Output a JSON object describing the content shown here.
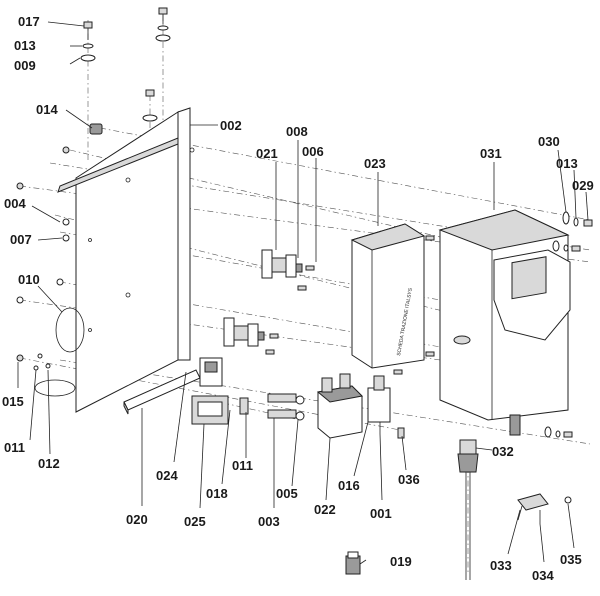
{
  "board_text": "SCHEDA TRAZIONE ITALSYS",
  "callouts": [
    {
      "id": "017",
      "text": "017"
    },
    {
      "id": "013a",
      "text": "013"
    },
    {
      "id": "009",
      "text": "009"
    },
    {
      "id": "014",
      "text": "014"
    },
    {
      "id": "002",
      "text": "002"
    },
    {
      "id": "021",
      "text": "021"
    },
    {
      "id": "008",
      "text": "008"
    },
    {
      "id": "006",
      "text": "006"
    },
    {
      "id": "023",
      "text": "023"
    },
    {
      "id": "031",
      "text": "031"
    },
    {
      "id": "030",
      "text": "030"
    },
    {
      "id": "013b",
      "text": "013"
    },
    {
      "id": "029",
      "text": "029"
    },
    {
      "id": "004",
      "text": "004"
    },
    {
      "id": "007",
      "text": "007"
    },
    {
      "id": "010",
      "text": "010"
    },
    {
      "id": "015",
      "text": "015"
    },
    {
      "id": "011a",
      "text": "011"
    },
    {
      "id": "012",
      "text": "012"
    },
    {
      "id": "024",
      "text": "024"
    },
    {
      "id": "018",
      "text": "018"
    },
    {
      "id": "011b",
      "text": "011"
    },
    {
      "id": "005",
      "text": "005"
    },
    {
      "id": "003",
      "text": "003"
    },
    {
      "id": "022",
      "text": "022"
    },
    {
      "id": "016",
      "text": "016"
    },
    {
      "id": "036",
      "text": "036"
    },
    {
      "id": "001",
      "text": "001"
    },
    {
      "id": "032",
      "text": "032"
    },
    {
      "id": "020",
      "text": "020"
    },
    {
      "id": "025",
      "text": "025"
    },
    {
      "id": "019",
      "text": "019"
    },
    {
      "id": "033",
      "text": "033"
    },
    {
      "id": "034",
      "text": "034"
    },
    {
      "id": "035",
      "text": "035"
    }
  ]
}
